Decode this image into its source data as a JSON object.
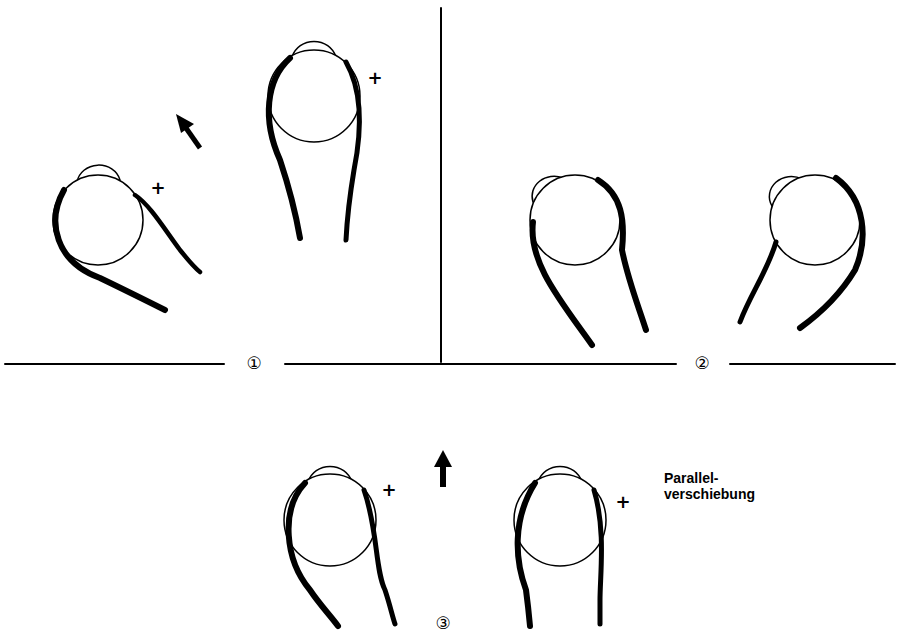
{
  "diagram": {
    "labels": [
      "+",
      "+",
      "①",
      "②",
      "+",
      "+",
      "Parallel- verschiebung",
      "③"
    ]
  }
}
